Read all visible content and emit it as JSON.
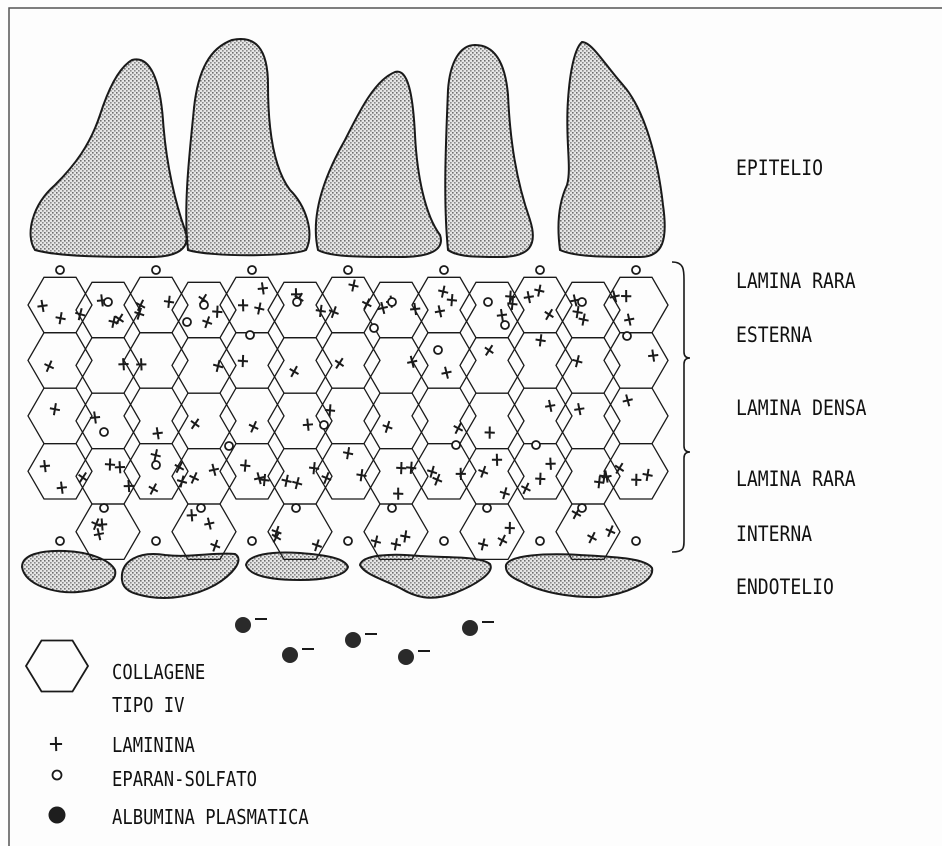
{
  "layer_labels": {
    "epitelio": "EPITELIO",
    "lamina_rara_esterna_1": "LAMINA RARA",
    "lamina_rara_esterna_2": "ESTERNA",
    "lamina_densa": "LAMINA DENSA",
    "lamina_rara_interna_1": "LAMINA RARA",
    "lamina_rara_interna_2": "INTERNA",
    "endotelio": "ENDOTELIO"
  },
  "legend": {
    "collagene_line1": "COLLAGENE",
    "collagene_line2": "TIPO IV",
    "laminina": "LAMININA",
    "eparan_solfato": "EPARAN-SOLFATO",
    "albumina": "ALBUMINA PLASMATICA"
  },
  "albumin_charge": "−",
  "colors": {
    "ink": "#1a1a1a",
    "cell_fill": "#b9b9b9",
    "frame": "#555555"
  }
}
